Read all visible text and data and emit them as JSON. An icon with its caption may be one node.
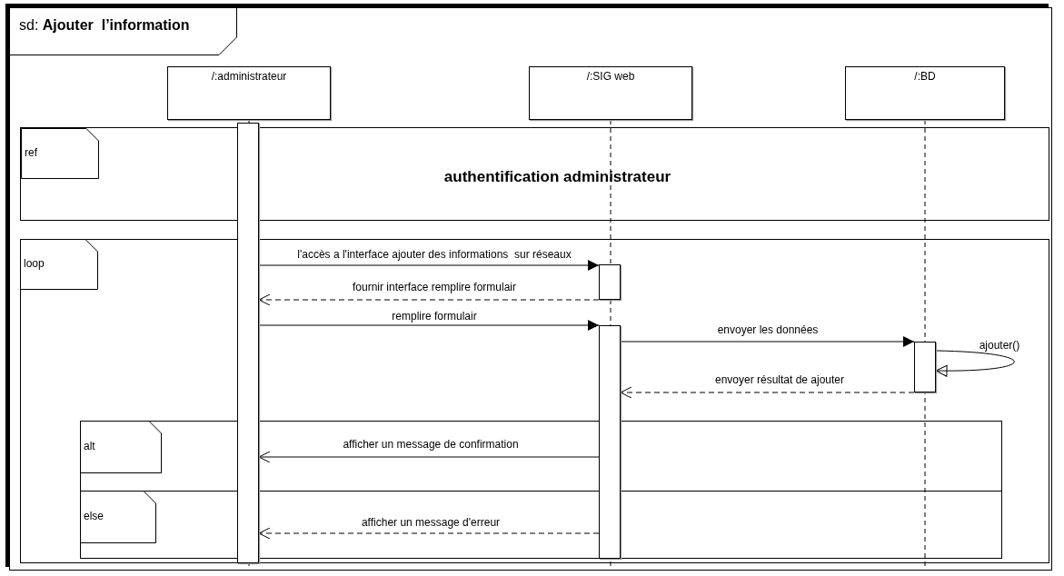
{
  "diagram": {
    "nodes": [
      {
        "text": [
          "sd: **Ajouter  l’information**"
        ]
      },
      {
        "text": [
          "/:administrateur"
        ],
        "in": 0
      },
      {
        "text": [
          "/:SIG web"
        ],
        "in": 0
      },
      {
        "text": [
          "/:BD"
        ],
        "in": 0
      },
      {
        "text": [
          "ref",
          "authentification administrateur"
        ],
        "in": 0
      },
      {
        "text": [
          "loop"
        ],
        "in": 0
      },
      {
        "text": [
          "alt"
        ],
        "in": 0
      },
      {
        "text": [
          "else"
        ],
        "in": 0
      },
      {
        "text": [],
        "shape": "bar",
        "in": 0
      },
      {
        "text": [],
        "shape": "bar",
        "in": 0
      },
      {
        "text": [],
        "shape": "bar",
        "in": 0
      },
      {
        "text": [],
        "shape": "bar",
        "in": 0
      }
    ],
    "edges": [
      {
        "from": 8,
        "to": 9,
        "arrow": "to",
        "label": "l'accès a l'interface ajouter des informations  sur réseaux"
      },
      {
        "from": 9,
        "to": 8,
        "arrow": "to",
        "label": "fournir interface remplire formulair",
        "style": "dashed"
      },
      {
        "from": 8,
        "to": 10,
        "arrow": "to",
        "label": "remplire formulair"
      },
      {
        "from": 10,
        "to": 11,
        "arrow": "to",
        "label": "envoyer les données"
      },
      {
        "from": 11,
        "to": 11,
        "arrow": "to",
        "label": "ajouter()"
      },
      {
        "from": 11,
        "to": 10,
        "arrow": "to",
        "label": "envoyer résultat de ajouter",
        "style": "dashed"
      },
      {
        "from": 10,
        "to": 8,
        "arrow": "to",
        "label": "afficher un message de confirmation"
      },
      {
        "from": 10,
        "to": 8,
        "arrow": "to",
        "label": "afficher un message d'erreur",
        "style": "dashed"
      }
    ]
  }
}
